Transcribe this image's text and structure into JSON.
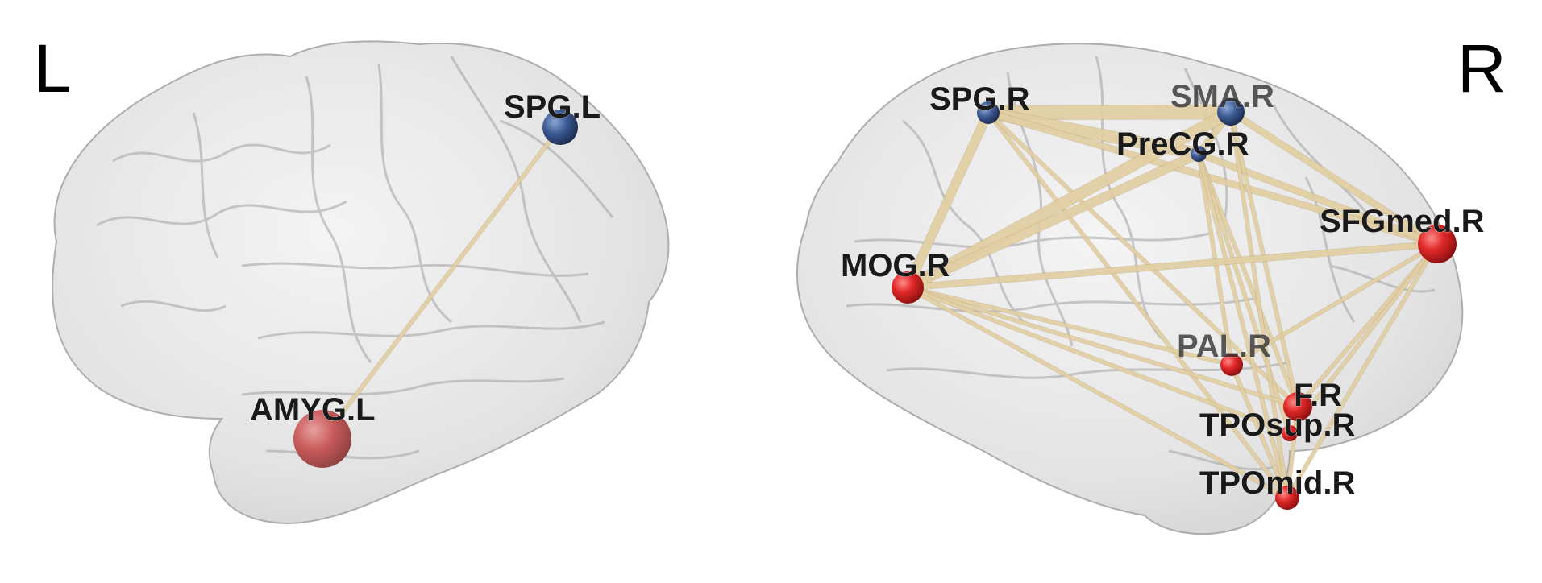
{
  "hemispheres": {
    "left": {
      "label": "L"
    },
    "right": {
      "label": "R"
    }
  },
  "colors": {
    "hub_node": "#d62a2a",
    "secondary_node": "#3a5891",
    "edge": "#e6d3a8",
    "brain": "#d9d9d9"
  },
  "nodes": [
    {
      "id": "SPG.L",
      "label": "SPG.L",
      "type": "secondary",
      "hemisphere": "left"
    },
    {
      "id": "AMYG.L",
      "label": "AMYG.L",
      "type": "hub",
      "hemisphere": "left"
    },
    {
      "id": "SPG.R",
      "label": "SPG.R",
      "type": "secondary",
      "hemisphere": "right"
    },
    {
      "id": "SMA.R",
      "label": "SMA.R",
      "type": "secondary",
      "hemisphere": "right"
    },
    {
      "id": "PreCG.R",
      "label": "PreCG.R",
      "type": "secondary",
      "hemisphere": "right"
    },
    {
      "id": "SFGmed.R",
      "label": "SFGmed.R",
      "type": "hub",
      "hemisphere": "right"
    },
    {
      "id": "MOG.R",
      "label": "MOG.R",
      "type": "hub",
      "hemisphere": "right"
    },
    {
      "id": "PAL.R",
      "label": "PAL.R",
      "type": "hub",
      "hemisphere": "right"
    },
    {
      "id": "ITG.R",
      "label": "F.R",
      "type": "hub",
      "hemisphere": "right"
    },
    {
      "id": "TPOsup.R",
      "label": "TPOsup.R",
      "type": "hub",
      "hemisphere": "right"
    },
    {
      "id": "TPOmid.R",
      "label": "TPOmid.R",
      "type": "hub",
      "hemisphere": "right"
    }
  ],
  "edges": [
    {
      "source": "SPG.L",
      "target": "AMYG.L",
      "weight": 1
    },
    {
      "source": "SPG.R",
      "target": "SMA.R",
      "weight": 5
    },
    {
      "source": "SPG.R",
      "target": "PreCG.R",
      "weight": 4
    },
    {
      "source": "SPG.R",
      "target": "MOG.R",
      "weight": 3
    },
    {
      "source": "SPG.R",
      "target": "SFGmed.R",
      "weight": 2
    },
    {
      "source": "SPG.R",
      "target": "TPOmid.R",
      "weight": 1
    },
    {
      "source": "SPG.R",
      "target": "ITG.R",
      "weight": 1
    },
    {
      "source": "SMA.R",
      "target": "PreCG.R",
      "weight": 2
    },
    {
      "source": "SMA.R",
      "target": "MOG.R",
      "weight": 4
    },
    {
      "source": "SMA.R",
      "target": "SFGmed.R",
      "weight": 2
    },
    {
      "source": "PreCG.R",
      "target": "MOG.R",
      "weight": 3
    },
    {
      "source": "PreCG.R",
      "target": "SFGmed.R",
      "weight": 2
    },
    {
      "source": "PreCG.R",
      "target": "PAL.R",
      "weight": 1
    },
    {
      "source": "PreCG.R",
      "target": "ITG.R",
      "weight": 1
    },
    {
      "source": "PreCG.R",
      "target": "TPOsup.R",
      "weight": 1
    },
    {
      "source": "PreCG.R",
      "target": "TPOmid.R",
      "weight": 1
    },
    {
      "source": "SMA.R",
      "target": "TPOmid.R",
      "weight": 1
    },
    {
      "source": "SMA.R",
      "target": "ITG.R",
      "weight": 1
    },
    {
      "source": "MOG.R",
      "target": "SFGmed.R",
      "weight": 2
    },
    {
      "source": "MOG.R",
      "target": "PAL.R",
      "weight": 1
    },
    {
      "source": "MOG.R",
      "target": "ITG.R",
      "weight": 1
    },
    {
      "source": "MOG.R",
      "target": "TPOsup.R",
      "weight": 1
    },
    {
      "source": "MOG.R",
      "target": "TPOmid.R",
      "weight": 1
    },
    {
      "source": "SFGmed.R",
      "target": "PAL.R",
      "weight": 1
    },
    {
      "source": "SFGmed.R",
      "target": "ITG.R",
      "weight": 1
    },
    {
      "source": "SFGmed.R",
      "target": "TPOsup.R",
      "weight": 1
    },
    {
      "source": "SFGmed.R",
      "target": "TPOmid.R",
      "weight": 1
    },
    {
      "source": "PAL.R",
      "target": "TPOmid.R",
      "weight": 1
    },
    {
      "source": "ITG.R",
      "target": "TPOmid.R",
      "weight": 1
    }
  ]
}
